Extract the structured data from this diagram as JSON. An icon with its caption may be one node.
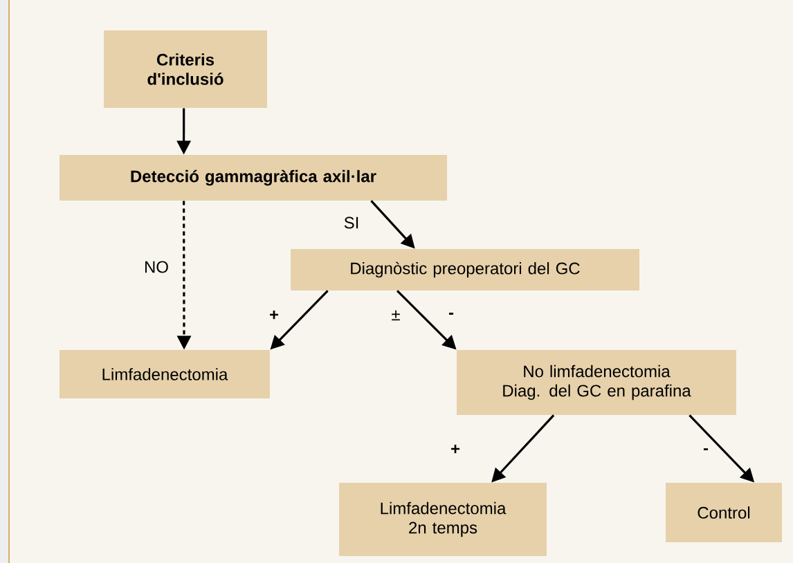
{
  "diagram": {
    "nodes": [
      {
        "text": [
          "Criteris d'inclusió"
        ]
      },
      {
        "text": [
          "Detecció gammagràfica axil·lar"
        ]
      },
      {
        "text": [
          "Diagnòstic preoperatori del GC"
        ]
      },
      {
        "text": [
          "Limfadenectomia"
        ]
      },
      {
        "text": [
          "No limfadenectomia Diag. del GC en parafina"
        ]
      },
      {
        "text": [
          "Limfadenectomia 2n temps"
        ]
      },
      {
        "text": [
          "Control"
        ]
      }
    ],
    "edges": [
      {
        "from": 0,
        "to": 1,
        "arrow": "to"
      },
      {
        "from": 1,
        "to": 3,
        "arrow": "to",
        "label": "NO",
        "style": "dashed"
      },
      {
        "from": 1,
        "to": 2,
        "arrow": "to",
        "label": "SI"
      },
      {
        "from": 2,
        "to": 3,
        "arrow": "to",
        "label": "+"
      },
      {
        "from": 2,
        "to": 4,
        "arrow": "to",
        "label": "-"
      },
      {
        "from": 4,
        "to": 5,
        "arrow": "to",
        "label": "+"
      },
      {
        "from": 4,
        "to": 6,
        "arrow": "to",
        "label": "-"
      }
    ],
    "labels": [
      "±"
    ]
  }
}
